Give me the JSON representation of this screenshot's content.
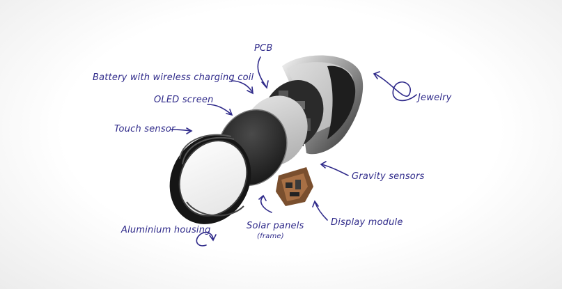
{
  "labels": {
    "pcb": "PCB",
    "battery": "Battery with wireless charging coil",
    "oled": "OLED screen",
    "touch": "Touch sensor",
    "jewelry": "Jewelry",
    "gravity": "Gravity sensors",
    "display": "Display module",
    "aluminium": "Aluminium housing",
    "solar": "Solar panels",
    "solar_sub": "(frame)"
  },
  "colors": {
    "ink": "#2f2a8a",
    "housing": "#1c1c1c",
    "oled": "#2b2b2b",
    "battery": "#cfcfcf",
    "module": "#7a4f2e"
  }
}
